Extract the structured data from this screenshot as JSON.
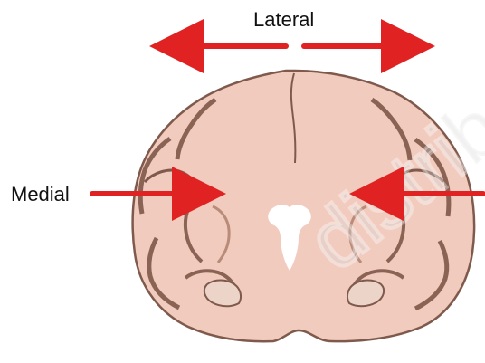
{
  "labels": {
    "top": "Lateral",
    "left": "Medial"
  },
  "colors": {
    "arrow": "#e02222",
    "brain_fill": "#f2cbbf",
    "brain_outline": "#7f5a4c",
    "ventricle": "#ffffff",
    "watermark": "#d8d8d8"
  },
  "watermark_text": "distribute"
}
